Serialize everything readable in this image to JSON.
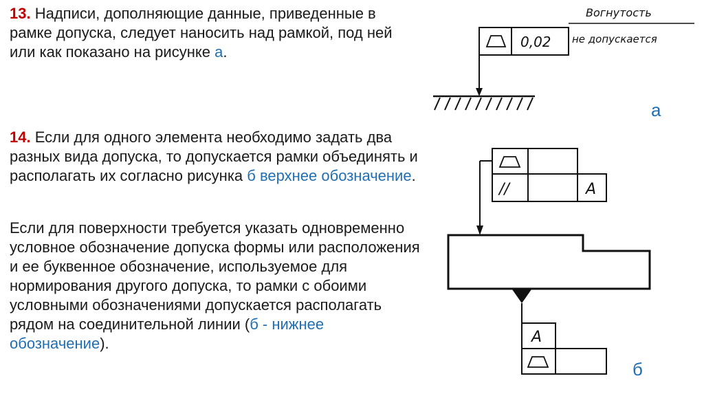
{
  "items": [
    {
      "number": "13.",
      "text": " Надписи, дополняющие данные, приведенные в рамке допуска, следует наносить над рамкой, под ней или как показано на рисунке ",
      "ref": "а",
      "tail": "."
    },
    {
      "number": "14.",
      "text": " Если для одного элемента необходимо задать два разных вида допуска, то допускается рамки объединять и располагать их согласно рисунка ",
      "ref": "б верхнее обозначение",
      "tail": "."
    }
  ],
  "paragraph3": {
    "text": "Если для поверхности требуется указать одновременно условное обозначение допуска формы или расположения и ее буквенное обозначение, используемое для нормирования другого допуска, то рамки с обоими условными обозначениями допускается располагать рядом на соединительной линии (",
    "ref": "б - нижнее обозначение",
    "tail": ")."
  },
  "figure_a": {
    "label": "а",
    "note_above": "Вогнутость",
    "value": "0,02",
    "note_side": "не допускается"
  },
  "figure_b": {
    "label": "б",
    "top_frame_symbol": "//",
    "top_frame_datum": "А",
    "bottom_frame_datum": "А"
  },
  "colors": {
    "number": "#c00000",
    "ref": "#1f6fb2",
    "text": "#1a1a1a"
  }
}
